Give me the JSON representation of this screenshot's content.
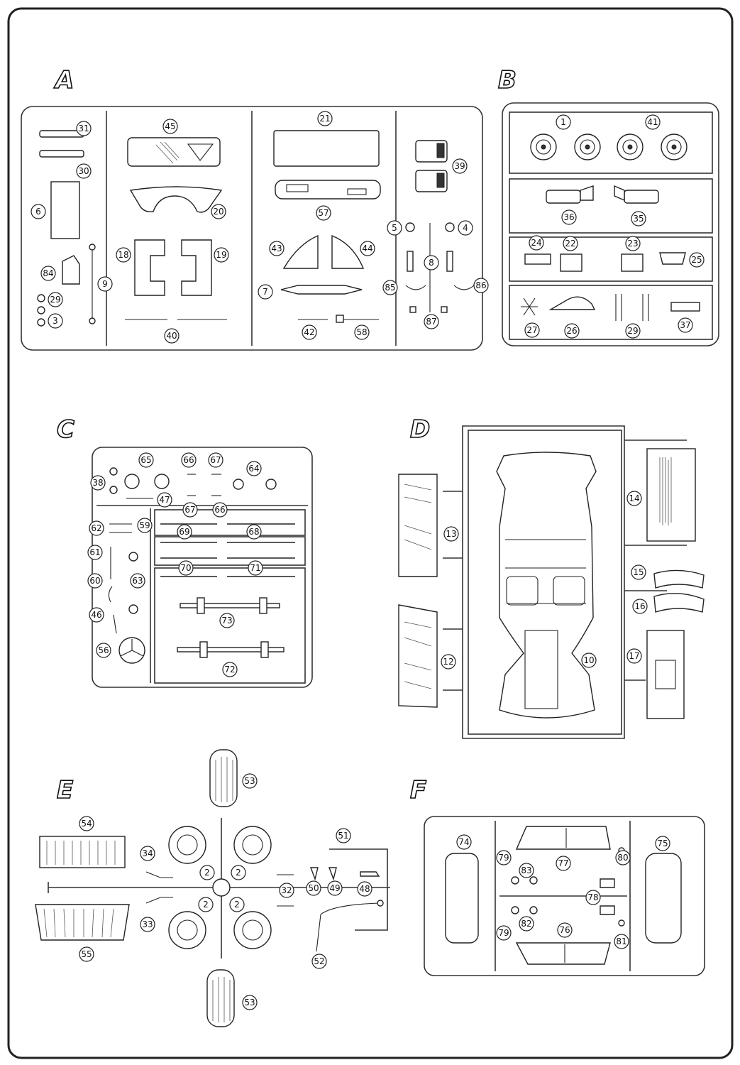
{
  "sprues": [
    {
      "letter": "A",
      "parts": [
        "31",
        "30",
        "6",
        "84",
        "29",
        "3",
        "9",
        "45",
        "20",
        "18",
        "19",
        "40",
        "21",
        "57",
        "43",
        "44",
        "7",
        "42",
        "58",
        "39",
        "5",
        "4",
        "8",
        "85",
        "86",
        "87"
      ]
    },
    {
      "letter": "B",
      "parts": [
        "1",
        "41",
        "36",
        "35",
        "24",
        "22",
        "23",
        "25",
        "27",
        "26",
        "29",
        "37"
      ]
    },
    {
      "letter": "C",
      "parts": [
        "38",
        "65",
        "66",
        "67",
        "64",
        "47",
        "67",
        "66",
        "62",
        "59",
        "69",
        "68",
        "61",
        "63",
        "60",
        "70",
        "71",
        "46",
        "73",
        "56",
        "72"
      ]
    },
    {
      "letter": "D",
      "parts": [
        "13",
        "12",
        "10",
        "14",
        "15",
        "16",
        "17"
      ]
    },
    {
      "letter": "E",
      "parts": [
        "53",
        "54",
        "34",
        "2",
        "2",
        "32",
        "50",
        "49",
        "48",
        "51",
        "33",
        "2",
        "2",
        "55",
        "52",
        "53"
      ]
    },
    {
      "letter": "F",
      "parts": [
        "74",
        "79",
        "83",
        "77",
        "80",
        "75",
        "78",
        "82",
        "76",
        "79",
        "81"
      ]
    }
  ]
}
